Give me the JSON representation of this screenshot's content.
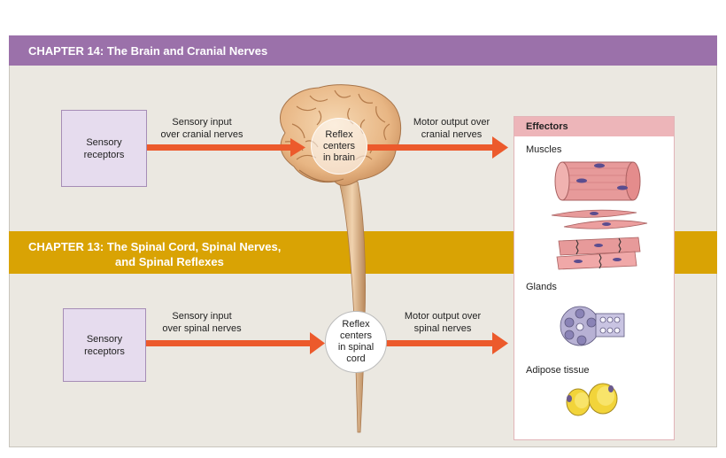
{
  "header_top": "CHAPTER 14: The Brain and Cranial Nerves",
  "header_mid": {
    "line1": "CHAPTER 13: The Spinal Cord, Spinal Nerves,",
    "line2": "and Spinal Reflexes"
  },
  "top": {
    "receptors": [
      "Sensory",
      "receptors"
    ],
    "input": [
      "Sensory input",
      "over cranial nerves"
    ],
    "center": [
      "Reflex",
      "centers",
      "in brain"
    ],
    "output": [
      "Motor output over",
      "cranial nerves"
    ]
  },
  "bottom": {
    "receptors": [
      "Sensory",
      "receptors"
    ],
    "input": [
      "Sensory input",
      "over spinal nerves"
    ],
    "center": [
      "Reflex",
      "centers",
      "in spinal",
      "cord"
    ],
    "output": [
      "Motor output over",
      "spinal nerves"
    ]
  },
  "effectors": {
    "title": "Effectors",
    "muscles": "Muscles",
    "glands": "Glands",
    "adipose": "Adipose tissue"
  },
  "colors": {
    "chapter14": "#9b71aa",
    "chapter13": "#d9a304",
    "arrow": "#ec5a2c",
    "effectors_header": "#edb5b9"
  }
}
